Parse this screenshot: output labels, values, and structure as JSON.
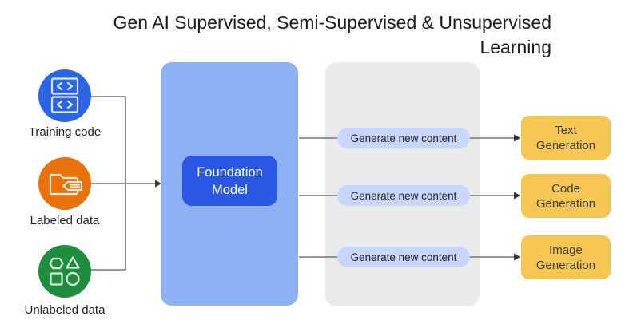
{
  "title": {
    "line1": "Gen AI Supervised, Semi-Supervised & Unsupervised",
    "line2": "Learning"
  },
  "inputs": [
    {
      "label": "Training code",
      "icon": "code-blocks-icon",
      "color": "#2a66e4"
    },
    {
      "label": "Labeled data",
      "icon": "labeled-folder-icon",
      "color": "#e8710a"
    },
    {
      "label": "Unlabeled data",
      "icon": "shapes-icon",
      "color": "#1e8e3e"
    }
  ],
  "foundation": {
    "label": "Foundation Model",
    "panel_color": "#8eb1f5",
    "box_color": "#2a58e2"
  },
  "process": {
    "pill_label": "Generate new content",
    "pill_color": "#c7d7fb",
    "panel_color": "#e9eaec",
    "row_count": 3
  },
  "outputs": [
    "Text Generation",
    "Code Generation",
    "Image Generation"
  ],
  "output_color": "#f6c653",
  "connector_color": "#70757a"
}
